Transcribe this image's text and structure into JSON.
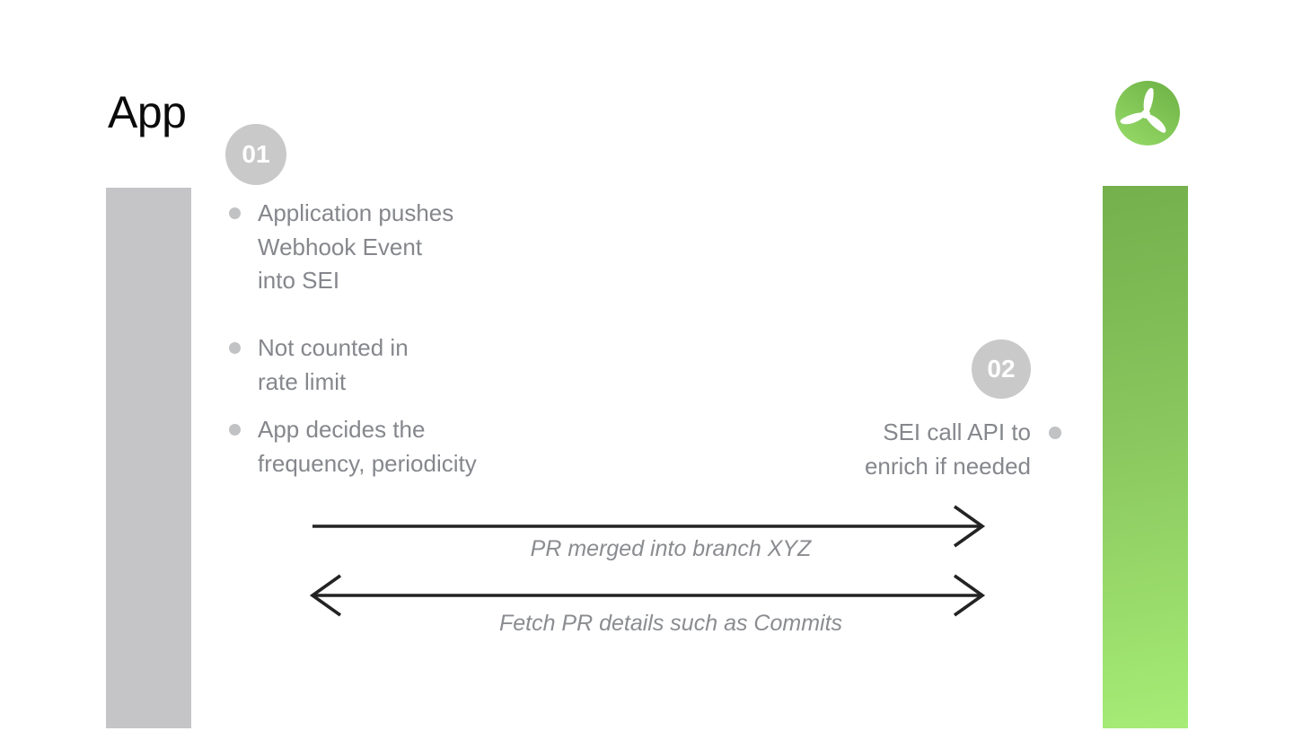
{
  "title": "App",
  "step1": {
    "number": "01",
    "bullet1": {
      "line1": "Application pushes",
      "line2": "Webhook Event",
      "line3": "into SEI"
    },
    "bullet2": {
      "line1": "Not counted in",
      "line2": "rate limit"
    },
    "bullet3": {
      "line1": "App decides the",
      "line2": "frequency, periodicity"
    }
  },
  "step2": {
    "number": "02",
    "bullet1": {
      "line1": "SEI call API to",
      "line2": "enrich if needed"
    }
  },
  "arrows": {
    "forward": {
      "label": "PR merged into branch XYZ",
      "direction": "right"
    },
    "backward": {
      "label": "Fetch PR details such as Commits",
      "direction": "both"
    }
  },
  "logo": {
    "icon": "propeller-icon"
  },
  "colors": {
    "title_text": "#0b0b0b",
    "body_text": "#85878c",
    "badge_bg": "#c9c9ca",
    "badge_text": "#ffffff",
    "bullet_dot": "#c1c2c4",
    "left_bar": "#c5c5c7",
    "right_bar_top": "#74b04c",
    "right_bar_bottom": "#a6ec76",
    "arrow": "#232323",
    "arrow_label": "#8a8c90",
    "logo_green_dark": "#6fb246",
    "logo_green_light": "#95da67"
  }
}
